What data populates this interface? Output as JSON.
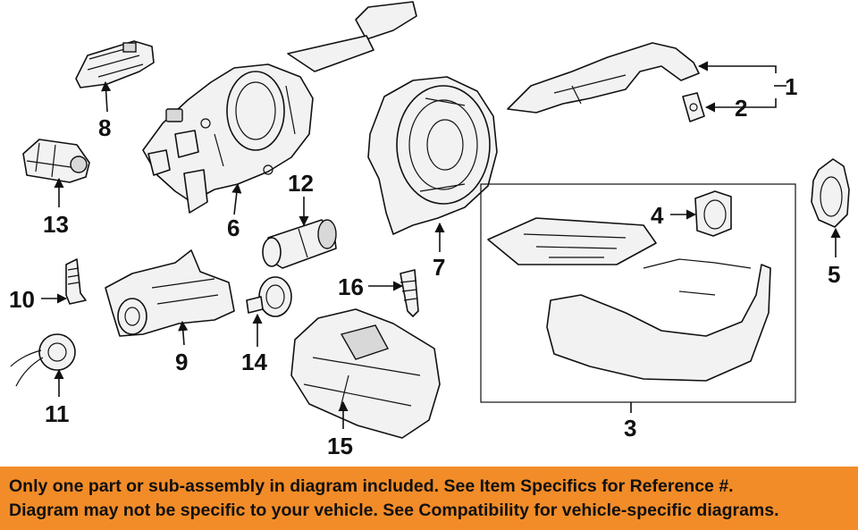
{
  "callouts": {
    "c1": "1",
    "c2": "2",
    "c3": "3",
    "c4": "4",
    "c5": "5",
    "c6": "6",
    "c7": "7",
    "c8": "8",
    "c9": "9",
    "c10": "10",
    "c11": "11",
    "c12": "12",
    "c13": "13",
    "c14": "14",
    "c15": "15",
    "c16": "16"
  },
  "banner": {
    "line1": "Only one part or sub-assembly in diagram included. See Item Specifics for Reference #.",
    "line2": "Diagram may not be specific to your vehicle. See Compatibility for vehicle-specific diagrams."
  },
  "colors": {
    "banner_bg": "#f28c28",
    "line_art": "#111111"
  }
}
